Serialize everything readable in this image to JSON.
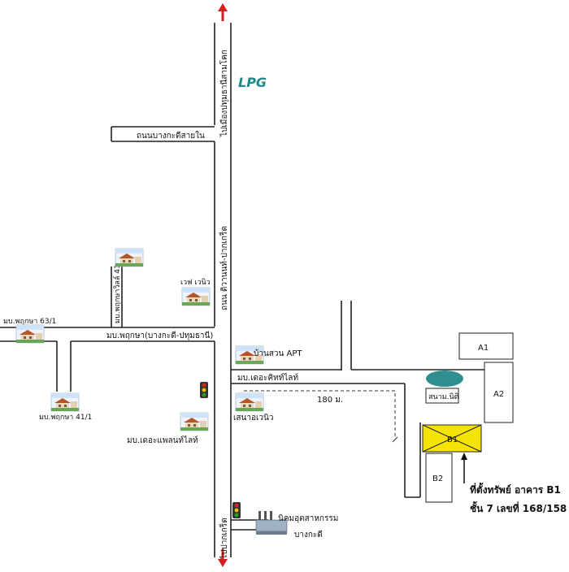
{
  "map": {
    "main_road_label": "ถนน ติวานนท์-ปากเกร็ด",
    "north_direction": "ไปเมืองปทุมธานีสามโคก",
    "south_direction": "ไปปากเกร็ด",
    "lpg_label": "LPG",
    "roads": {
      "bang_kadi_sai_nai": "ถนนบางกะดีสายใน",
      "phruksa_main": "มบ.พฤกษา(บางกะดี-ปทุมธานี)",
      "phruksa_villa": "มบ.พฤกษาวิลล์ 41",
      "the_city_light": "มบ.เดอะคิทท์ไลท์"
    },
    "landmarks": {
      "wave_avenue": "เวฟ เวนิว",
      "phruksa_63": "มบ.พฤกษา 63/1",
      "phruksa_41": "มบ.พฤกษา 41/1",
      "baan_suan_apt": "บ้านสวน APT",
      "senna_avenue": "เสนาอเวนิว",
      "the_plant_light": "มบ.เดอะแพลนท์ไลท์",
      "industrial_estate_1": "นิคมอุตสาหกรรม",
      "industrial_estate_2": "บางกะดี",
      "park": "สนาม.นิติ"
    },
    "distance_label": "180 ม.",
    "buildings": {
      "a1": "A1",
      "a2": "A2",
      "b1": "B1",
      "b2": "B2"
    },
    "property_label_line1": "ที่ตั้งทรัพย์ อาคาร B1",
    "property_label_line2": "ชั้น 7 เลขที่ 168/158"
  },
  "colors": {
    "arrow": "#d62020",
    "lpg": "#1d8a8a",
    "pond": "#2f8f8f",
    "b1_highlight": "#f5e400",
    "traffic_red": "#e02020",
    "traffic_yellow": "#f0c000",
    "traffic_green": "#2aa02a"
  }
}
